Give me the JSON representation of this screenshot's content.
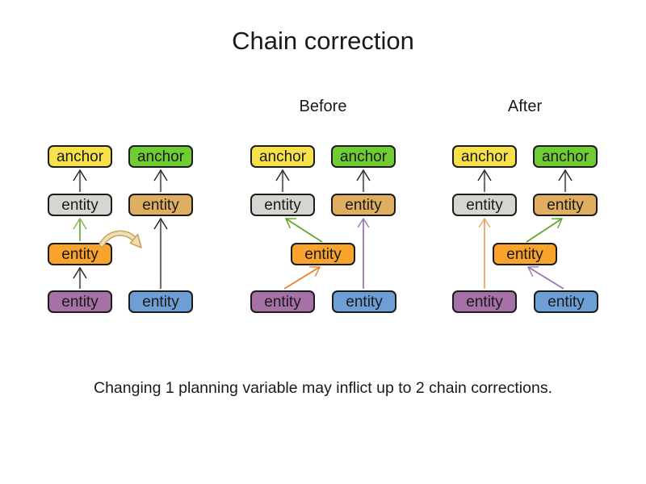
{
  "title": "Chain correction",
  "caption": "Changing 1 planning variable may inflict up to 2 chain corrections.",
  "labels": {
    "anchor": "anchor",
    "entity": "entity"
  },
  "diagrams": [
    {
      "heading": ""
    },
    {
      "heading": "Before"
    },
    {
      "heading": "After"
    }
  ],
  "colors": {
    "anchor_yellow": "#F6E14B",
    "anchor_green": "#70CC33",
    "entity_gray": "#D6D6D0",
    "entity_tan": "#DFAE61",
    "entity_orange": "#F9A22C",
    "entity_purple": "#A571A6",
    "entity_blue": "#6D9ED6",
    "border": "#1C1C1C",
    "arrow_gray_line": "#707070",
    "arrow_dark_head": "#222222",
    "arrow_green": "#5FA627",
    "arrow_green_light": "#7CB452",
    "arrow_orange": "#E8822C",
    "arrow_orange_light": "#F0A466",
    "arrow_purple": "#9678B4",
    "move_arrow_fill": "#EFE0B4",
    "move_arrow_stroke": "#C8A25B"
  }
}
